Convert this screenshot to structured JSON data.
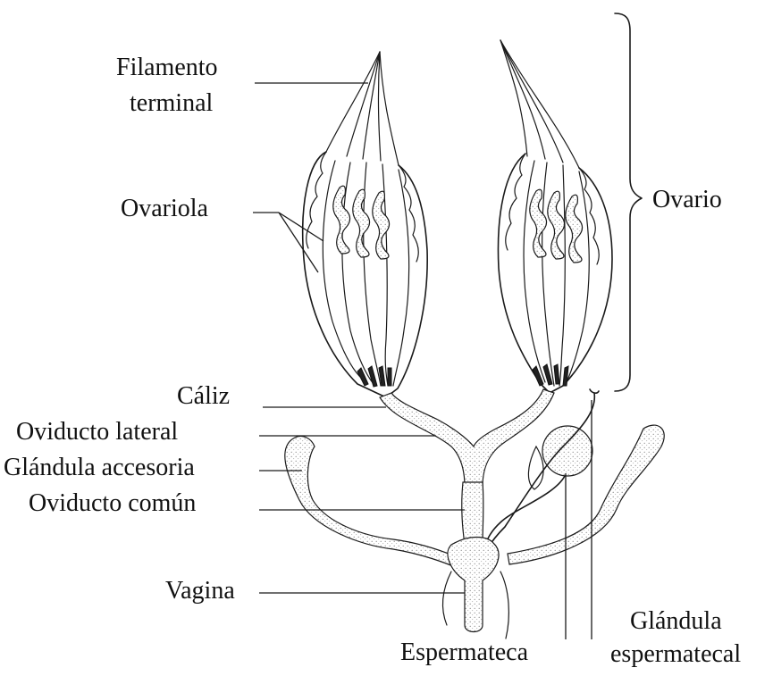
{
  "labels": {
    "filamento_terminal_1": "Filamento",
    "filamento_terminal_2": "terminal",
    "ovariola": "Ovariola",
    "ovario": "Ovario",
    "caliz": "Cáliz",
    "oviducto_lateral": "Oviducto lateral",
    "glandula_accesoria": "Glándula accesoria",
    "oviducto_comun": "Oviducto común",
    "vagina": "Vagina",
    "espermateca": "Espermateca",
    "glandula_espermatecal_1": "Glándula",
    "glandula_espermatecal_2": "espermatecal"
  },
  "colors": {
    "ink": "#1a1a1a",
    "background": "#ffffff"
  }
}
